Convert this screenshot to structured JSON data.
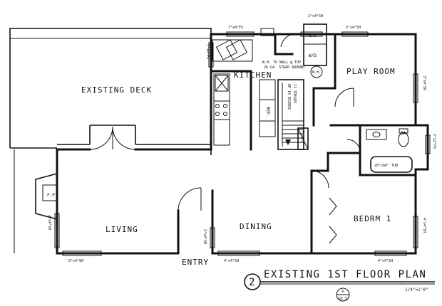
{
  "rooms": {
    "existing_deck": "EXISTING DECK",
    "kitchen": "KITCHEN",
    "play_room": "PLAY ROOM",
    "living": "LIVING",
    "dining": "DINING",
    "bedroom": "BEDRM 1",
    "entry": "ENTRY"
  },
  "fixtures": {
    "fireplace": "F.P.",
    "refrigerator": "REF.",
    "washer_dryer_1": "W/D",
    "washer_dryer_2": "W/D",
    "water_heater": "W.H.",
    "bath_label": "BA",
    "tub": "20\"x60\" TUB",
    "fau": "F.A.U."
  },
  "notes": {
    "wh_strap_line1": "W.H. TO WALL @ TOP",
    "wh_strap_line2": "26 GA. STRAP AROUND",
    "stair_up": "UP 14 RISERS",
    "stair_treads": "11 TREADS"
  },
  "windows": {
    "w_top_kitchen": "7⁰x4⁰FX",
    "w_top_laundry": "2⁸x4⁰SH",
    "w_top_playroom": "3⁰x4⁰SH",
    "w_kitchen_side": "7⁰x4⁰FX",
    "w_playroom_right": "3⁰x4⁰SH",
    "w_bath_right": "2⁰x2⁰FX",
    "w_living_left": "2⁰x4⁰SH",
    "w_living_bottom": "5⁰x4⁰SH",
    "w_dining_left": "2⁰x4⁰SH",
    "w_dining_bottom": "4⁰x4⁰SH",
    "w_bedroom_bottom": "4⁰x4⁰SH",
    "w_bedroom_right": "4⁰x4⁰SH"
  },
  "title_block": {
    "number": "2",
    "title": "EXISTING 1ST FLOOR PLAN",
    "scale": "1/4\"=1'0\"",
    "ref_top": "4",
    "ref_bottom": "D2.3"
  }
}
